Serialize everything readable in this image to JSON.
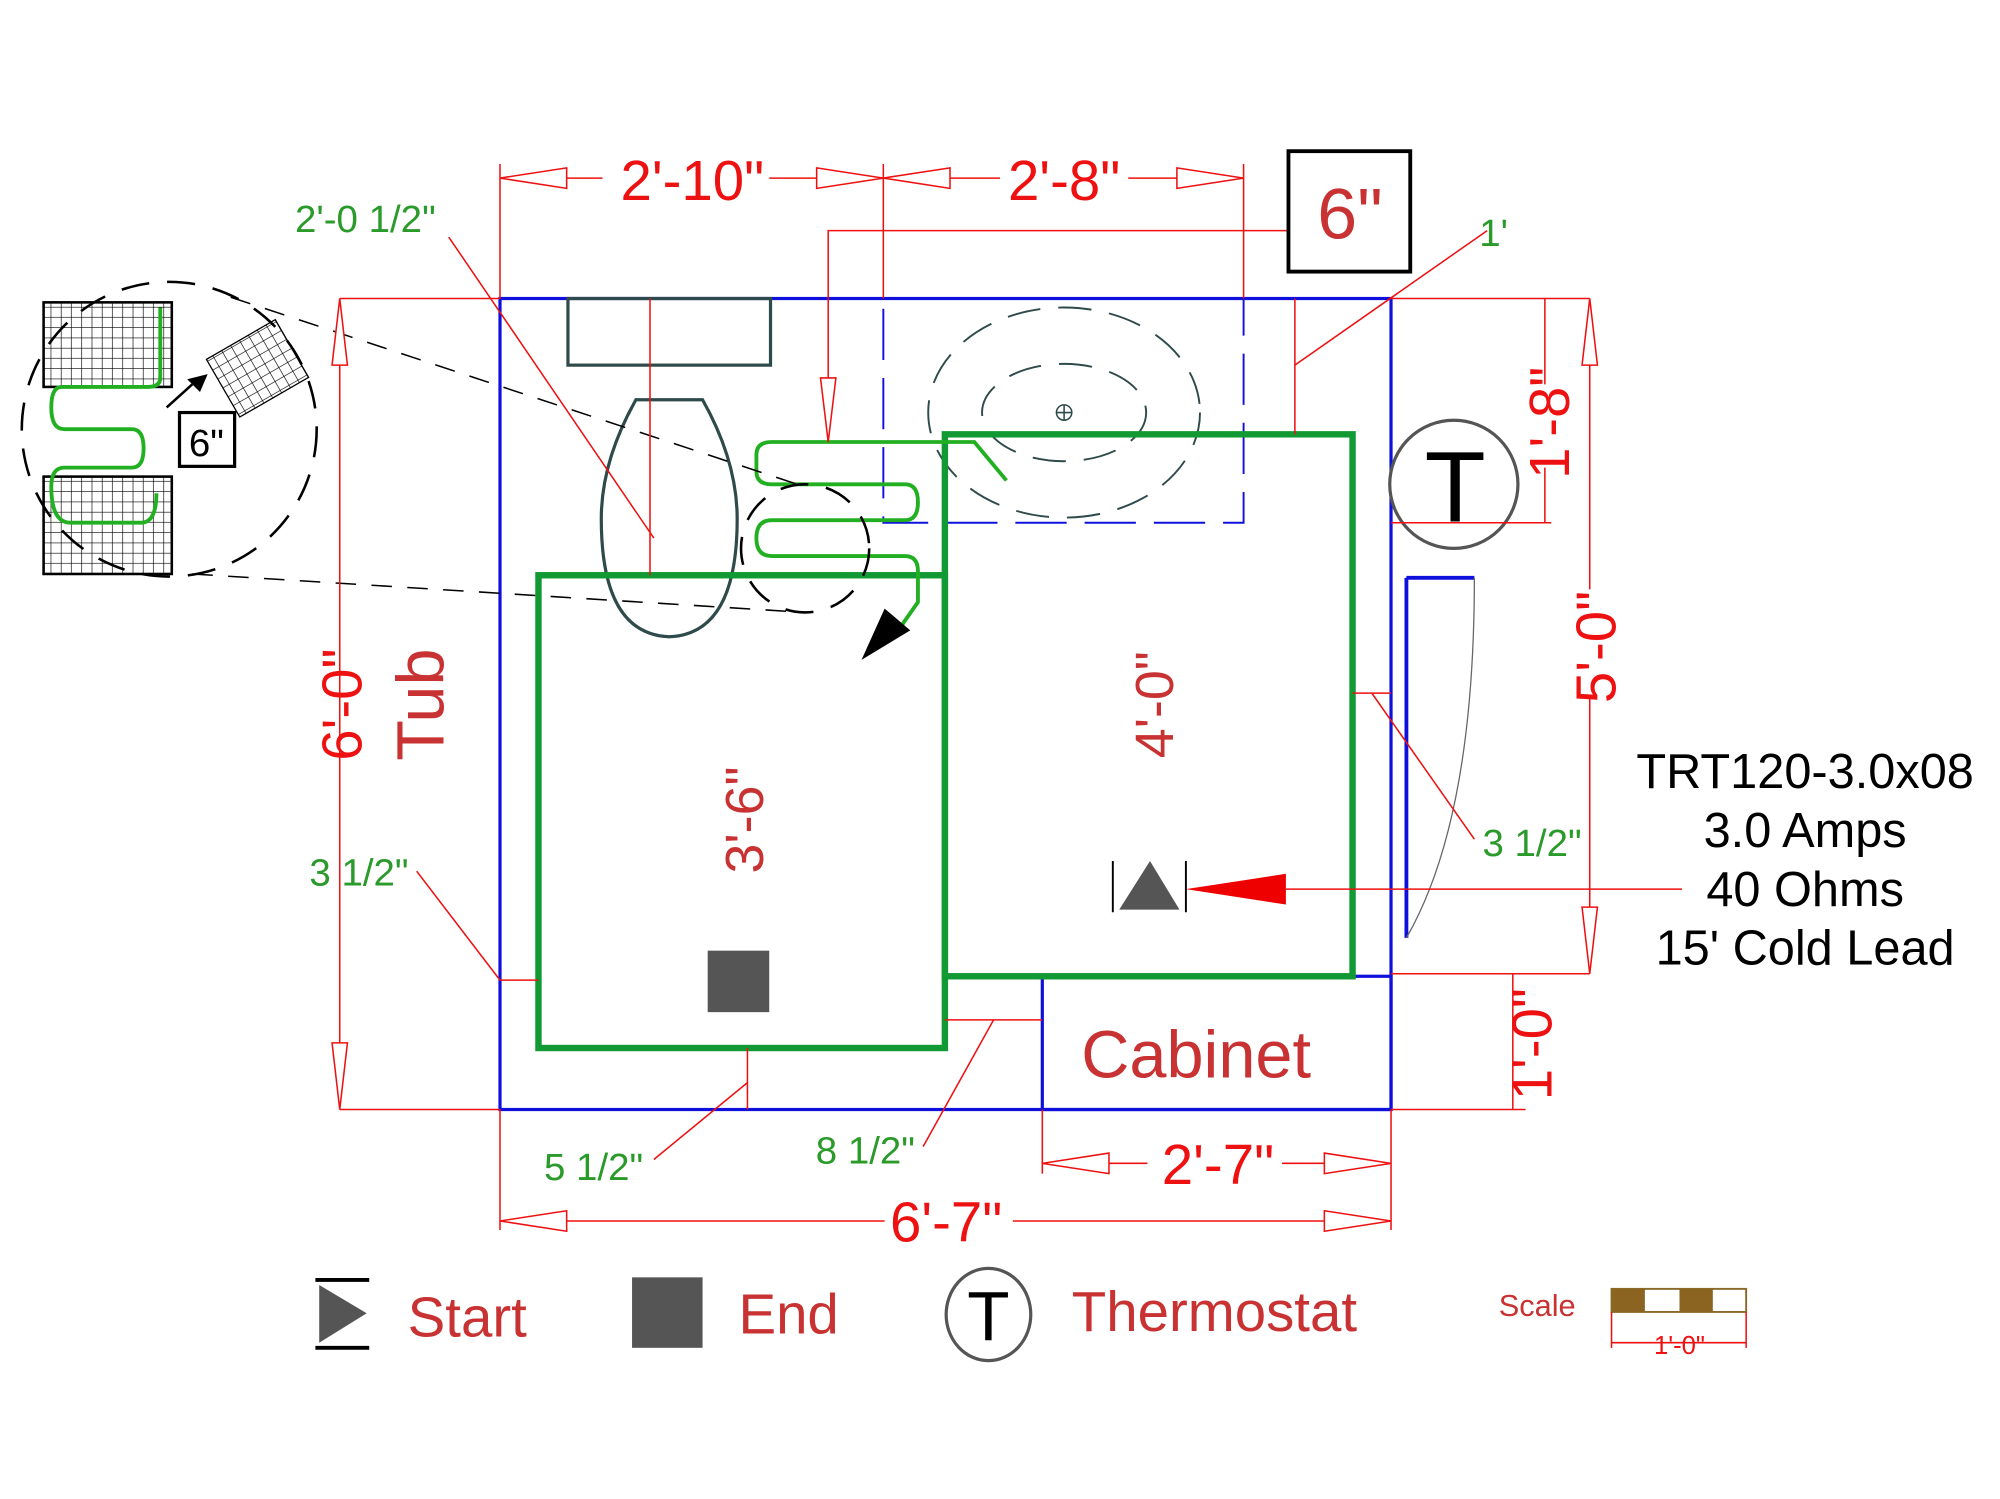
{
  "dimensions": {
    "top_left": "2'-10\"",
    "top_right": "2'-8\"",
    "offset_box": "6\"",
    "green_top": "2'-0 1/2\"",
    "green_right_top": "1'",
    "right_thermo": "1'-8\"",
    "right_total": "5'-0\"",
    "left_total": "6'-0\"",
    "mat1_length": "3'-6\"",
    "mat2_length": "4'-0\"",
    "left_gap": "3 1/2\"",
    "right_gap": "3 1/2\"",
    "bottom_gap1": "5 1/2\"",
    "bottom_gap2": "8 1/2\"",
    "cabinet_width": "2'-7\"",
    "total_width": "6'-7\"",
    "cabinet_depth": "1'-0\""
  },
  "labels": {
    "tub": "Tub",
    "cabinet": "Cabinet",
    "detail_spacing": "6\"",
    "thermostat_symbol": "T"
  },
  "spec": {
    "lines": [
      "TRT120-3.0x08",
      "3.0 Amps",
      "40 Ohms",
      "15' Cold Lead"
    ]
  },
  "legend": {
    "start": "Start",
    "end": "End",
    "thermostat": "Thermostat",
    "thermostat_symbol": "T",
    "scale": "Scale",
    "scale_length": "1'-0\""
  },
  "colors": {
    "wall": "#1010dd",
    "mat": "#119933",
    "dimension": "#ee1111",
    "label": "#c83232"
  }
}
